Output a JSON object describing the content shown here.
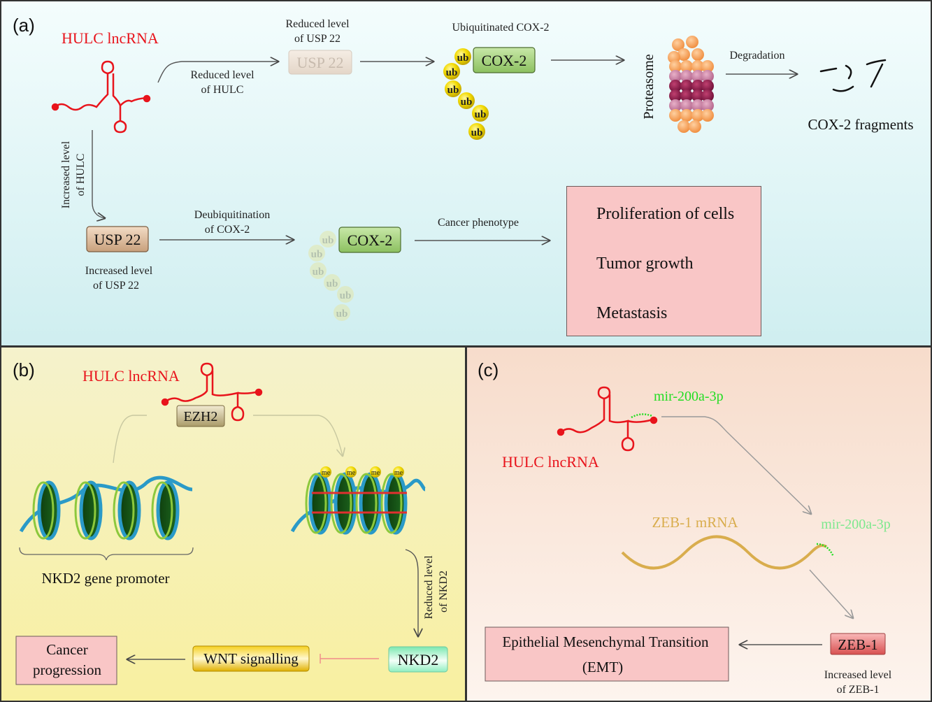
{
  "panel_a": {
    "label": "(a)",
    "lncrna": "HULC lncRNA",
    "reduced_hulc": [
      "Reduced level",
      "of HULC"
    ],
    "increased_hulc": [
      "Increased level",
      "of HULC"
    ],
    "reduced_usp22": [
      "Reduced level",
      "of USP 22"
    ],
    "usp22_faded": "USP 22",
    "ubiquitinated": "Ubiquitinated COX-2",
    "cox2": "COX-2",
    "ub": "ub",
    "proteasome": "Proteasome",
    "degradation": "Degradation",
    "fragments": "COX-2 fragments",
    "usp22": "USP 22",
    "increased_usp22": [
      "Increased level",
      "of USP 22"
    ],
    "deubiquitination": [
      "Deubiquitination",
      "of COX-2"
    ],
    "cox2_b": "COX-2",
    "cancer_phenotype": "Cancer phenotype",
    "outcomes": [
      "Proliferation of cells",
      "Tumor growth",
      "Metastasis"
    ]
  },
  "panel_b": {
    "label": "(b)",
    "lncrna": "HULC lncRNA",
    "ezh2": "EZH2",
    "me": "me",
    "promoter": "NKD2 gene promoter",
    "reduced_nkd2": [
      "Reduced level",
      "of NKD2"
    ],
    "nkd2": "NKD2",
    "wnt": "WNT signalling",
    "cancer": [
      "Cancer",
      "progression"
    ]
  },
  "panel_c": {
    "label": "(c)",
    "mir_top": "mir-200a-3p",
    "lncrna": "HULC lncRNA",
    "zeb_mrna": "ZEB-1 mRNA",
    "mir_bottom": "mir-200a-3p",
    "emt": [
      "Epithelial Mesenchymal Transition",
      "(EMT)"
    ],
    "zeb1": "ZEB-1",
    "increased_zeb1": [
      "Increased level",
      "of ZEB-1"
    ]
  },
  "colors": {
    "lncrna_red": "#e8141c",
    "mir_green": "#22dd22",
    "cox_green": "#9ccc72",
    "ub_yellow": "#f0d800",
    "proteasome_orange": "#f5a050",
    "proteasome_purple": "#8e2050",
    "pink_box": "#f9c6c6",
    "zeb_mrna_gold": "#d9ad4d"
  }
}
